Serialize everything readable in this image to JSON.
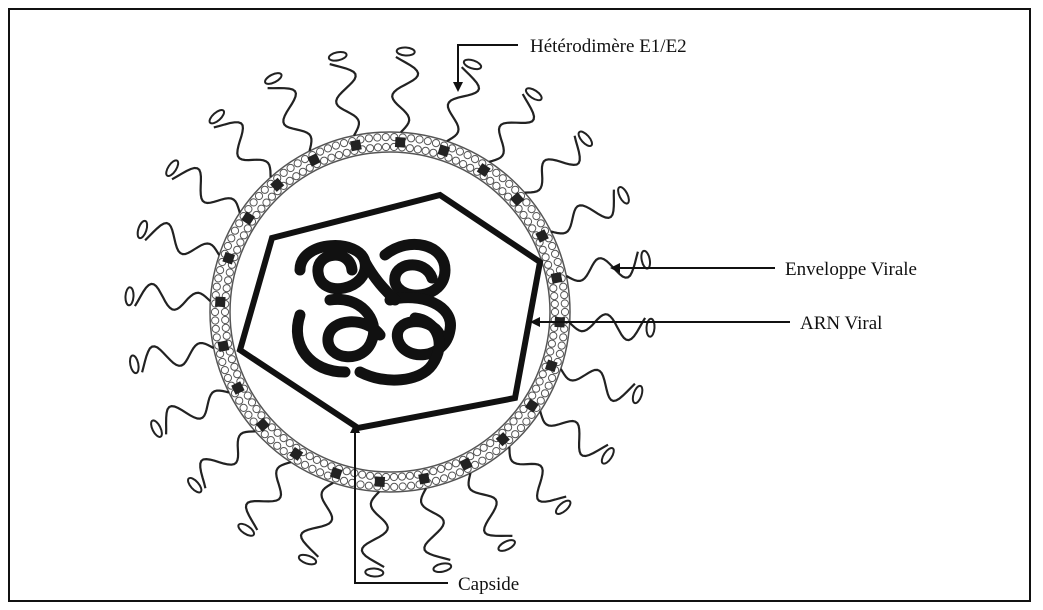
{
  "diagram": {
    "labels": {
      "heterodimer": "Hétérodimère E1/E2",
      "envelope": "Enveloppe Virale",
      "rna": "ARN Viral",
      "capsid": "Capside"
    },
    "colors": {
      "ink": "#111111",
      "membrane": "#555555",
      "membrane_fill": "#d8d8d8",
      "background": "#ffffff"
    },
    "spike_count": 24
  }
}
